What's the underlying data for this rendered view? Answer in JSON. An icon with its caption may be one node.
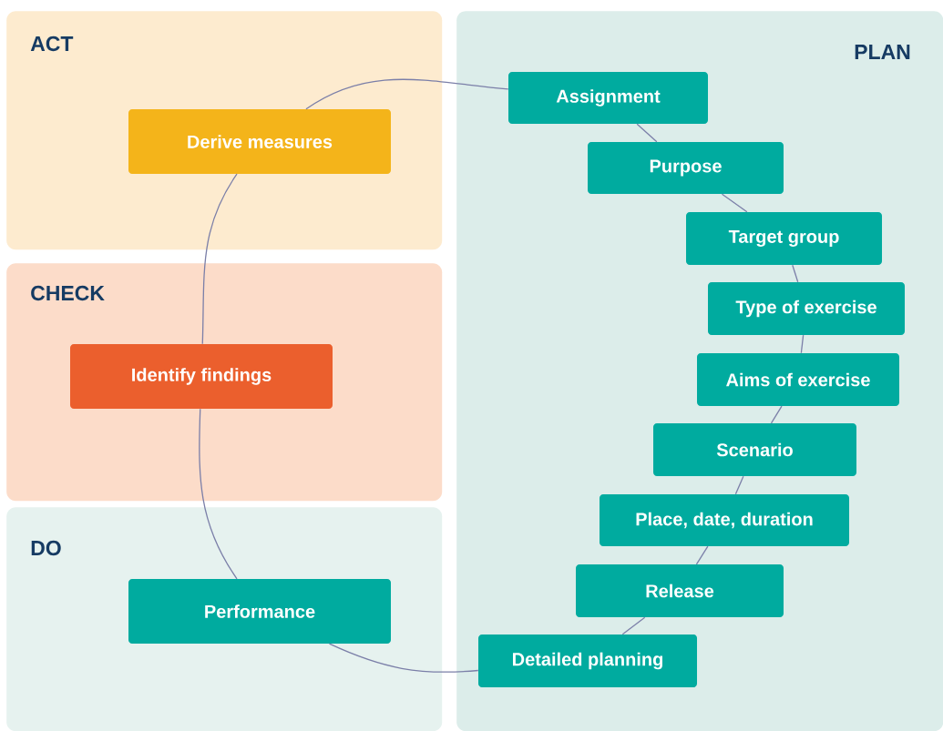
{
  "diagram": {
    "nodes": [
      {
        "text": [
          "ACT"
        ]
      },
      {
        "text": [
          "Derive measures"
        ],
        "in": 0
      },
      {
        "text": [
          "PLAN"
        ]
      },
      {
        "text": [
          "Assignment"
        ],
        "in": 2
      },
      {
        "text": [
          "Purpose"
        ],
        "in": 2
      },
      {
        "text": [
          "Target group"
        ],
        "in": 2
      },
      {
        "text": [
          "Type of exercise"
        ],
        "in": 2
      },
      {
        "text": [
          "Aims of exercise"
        ],
        "in": 2
      },
      {
        "text": [
          "Scenario"
        ],
        "in": 2
      },
      {
        "text": [
          "Place, date, duration"
        ],
        "in": 2
      },
      {
        "text": [
          "Release"
        ],
        "in": 2
      },
      {
        "text": [
          "Detailed planning"
        ],
        "in": 2
      },
      {
        "text": [
          "CHECK"
        ]
      },
      {
        "text": [
          "Identify findings"
        ],
        "in": 12
      },
      {
        "text": [
          "DO"
        ]
      },
      {
        "text": [
          "Performance"
        ],
        "in": 14
      }
    ],
    "edges": [
      {
        "from": 1,
        "to": 3,
        "arrow": "none"
      },
      {
        "from": 3,
        "to": 4,
        "arrow": "none"
      },
      {
        "from": 4,
        "to": 5,
        "arrow": "none"
      },
      {
        "from": 5,
        "to": 6,
        "arrow": "none"
      },
      {
        "from": 6,
        "to": 7,
        "arrow": "none"
      },
      {
        "from": 7,
        "to": 8,
        "arrow": "none"
      },
      {
        "from": 8,
        "to": 9,
        "arrow": "none"
      },
      {
        "from": 9,
        "to": 10,
        "arrow": "none"
      },
      {
        "from": 10,
        "to": 11,
        "arrow": "none"
      },
      {
        "from": 11,
        "to": 15,
        "arrow": "none"
      },
      {
        "from": 15,
        "to": 13,
        "arrow": "none"
      },
      {
        "from": 13,
        "to": 1,
        "arrow": "none"
      }
    ]
  }
}
